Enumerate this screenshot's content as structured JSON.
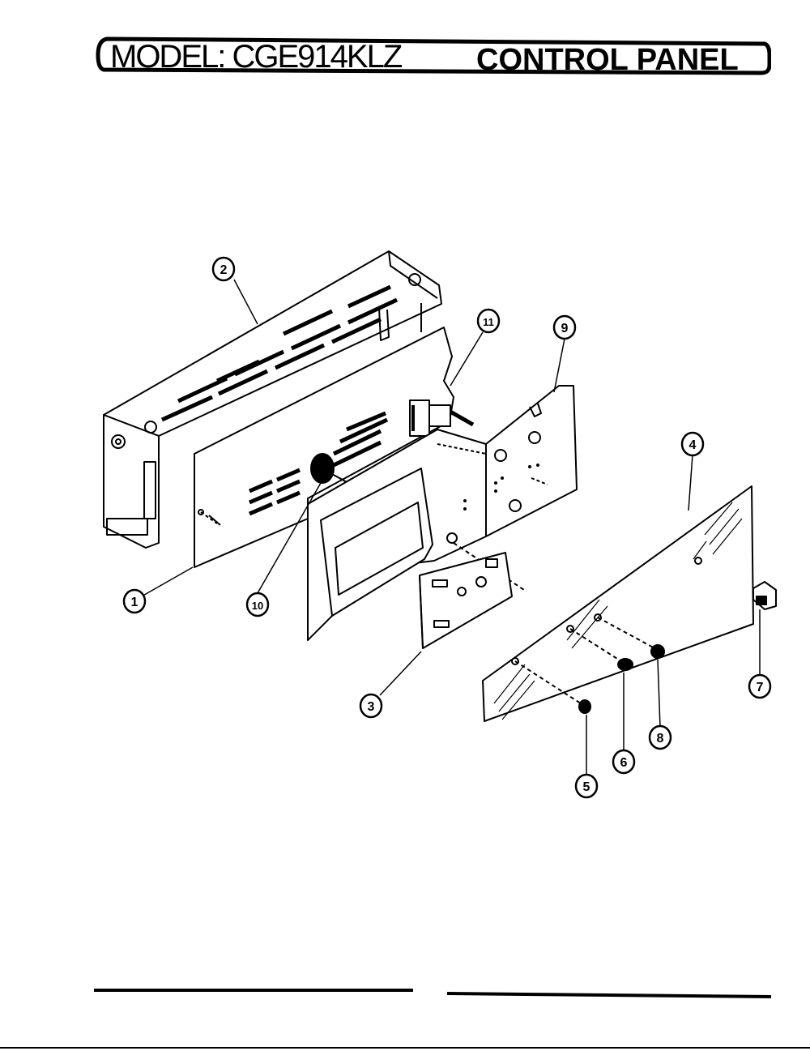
{
  "header": {
    "model_text": "MODEL: CGE914KLZ",
    "section_text": "CONTROL PANEL"
  },
  "callouts": [
    "1",
    "2",
    "3",
    "4",
    "5",
    "6",
    "7",
    "8",
    "9",
    "10",
    "11"
  ]
}
